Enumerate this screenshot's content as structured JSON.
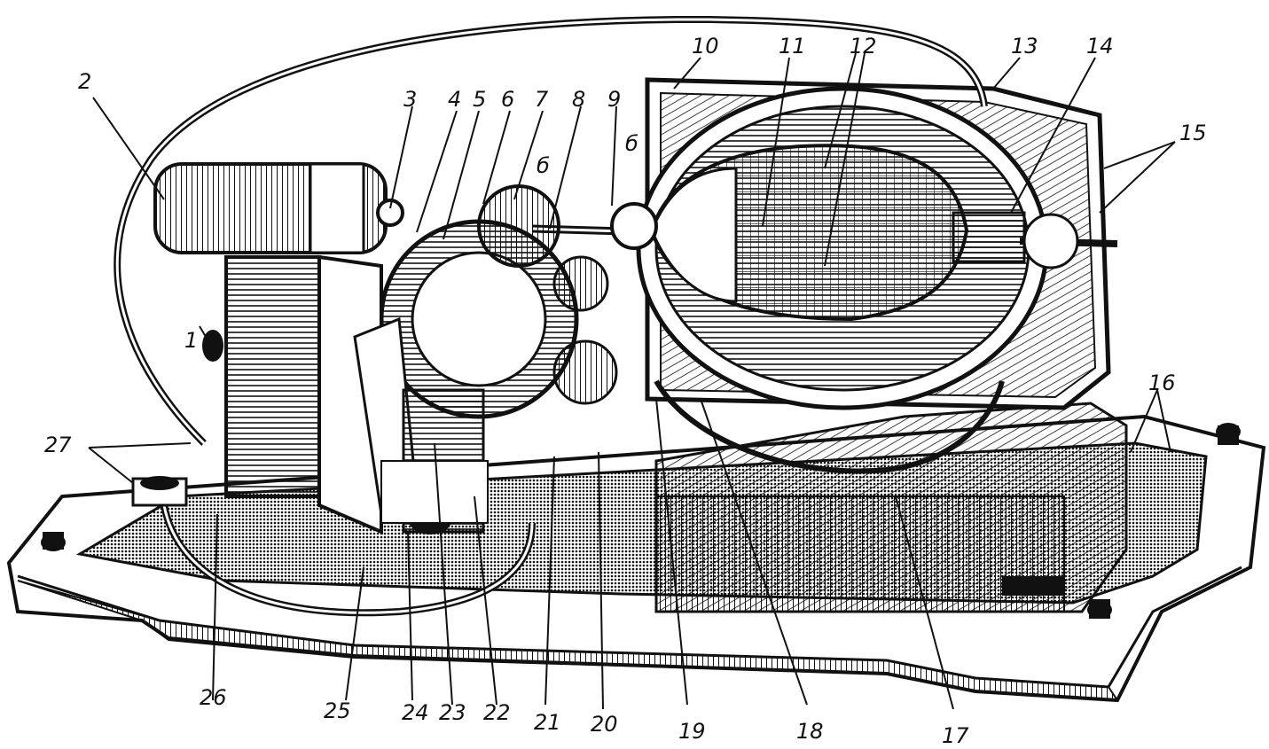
{
  "figure": {
    "background": "#ffffff",
    "ink": "#111111",
    "labels": [
      {
        "id": "l1",
        "text": "1"
      },
      {
        "id": "l2",
        "text": "2"
      },
      {
        "id": "l3",
        "text": "3"
      },
      {
        "id": "l4",
        "text": "4"
      },
      {
        "id": "l5",
        "text": "5"
      },
      {
        "id": "l6",
        "text": "6"
      },
      {
        "id": "l7",
        "text": "7"
      },
      {
        "id": "l8",
        "text": "8"
      },
      {
        "id": "l9",
        "text": "9"
      },
      {
        "id": "l10",
        "text": "10"
      },
      {
        "id": "l11",
        "text": "11"
      },
      {
        "id": "l12",
        "text": "12"
      },
      {
        "id": "l13",
        "text": "13"
      },
      {
        "id": "l14",
        "text": "14"
      },
      {
        "id": "l15",
        "text": "15"
      },
      {
        "id": "l16",
        "text": "16"
      },
      {
        "id": "l17",
        "text": "17"
      },
      {
        "id": "l18",
        "text": "18"
      },
      {
        "id": "l19",
        "text": "19"
      },
      {
        "id": "l20",
        "text": "20"
      },
      {
        "id": "l21",
        "text": "21"
      },
      {
        "id": "l22",
        "text": "22"
      },
      {
        "id": "l23",
        "text": "23"
      },
      {
        "id": "l24",
        "text": "24"
      },
      {
        "id": "l25",
        "text": "25"
      },
      {
        "id": "l26",
        "text": "26"
      },
      {
        "id": "l27",
        "text": "27"
      },
      {
        "id": "lb1",
        "text": "б"
      },
      {
        "id": "lb2",
        "text": "б"
      }
    ]
  }
}
